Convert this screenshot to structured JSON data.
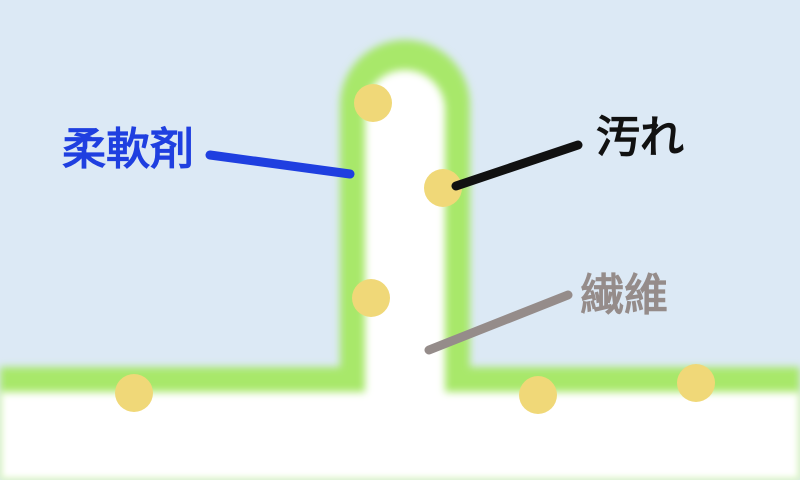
{
  "labels": {
    "softener": "柔軟剤",
    "dirt": "汚れ",
    "fiber": "繊維"
  },
  "colors": {
    "background": "#dce9f5",
    "fiber": "#ffffff",
    "softener_layer": "#a8e86a",
    "dirt_particle": "#f0d878",
    "softener_label": "#1f3fe0",
    "dirt_label": "#111111",
    "fiber_label": "#958c8a"
  }
}
